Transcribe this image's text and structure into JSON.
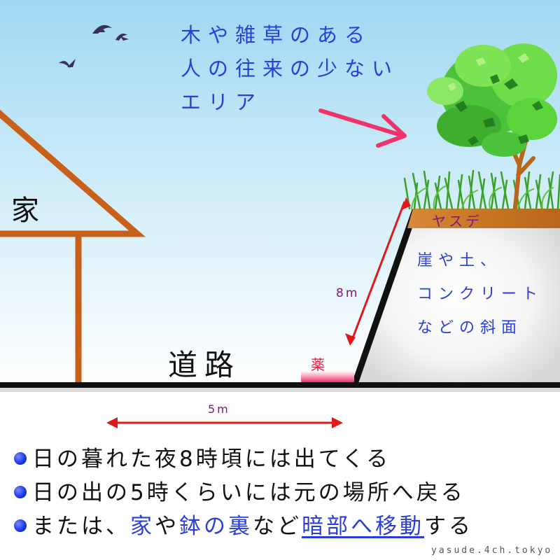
{
  "labels": {
    "area_lines": [
      "木や雑草のある",
      "人の往来の少ない",
      "エリア"
    ],
    "house": "家",
    "road": "道路",
    "yasude": "ヤスデ",
    "slope_lines": [
      "崖や土、",
      "コンクリート",
      "などの斜面"
    ],
    "drug": "薬",
    "height_dim": "8m",
    "width_dim": "5m"
  },
  "bullets": {
    "line1": "日の暮れた夜8時頃には出てくる",
    "line2": "日の出の5時くらいには元の場所へ戻る",
    "line3": {
      "p1": "または、",
      "p2": "家",
      "p3": "や",
      "p4": "鉢の裏",
      "p5": "など",
      "p6": "暗部へ移動",
      "p7": "する"
    }
  },
  "credit": "yasude.4ch.tokyo",
  "colors": {
    "sky_top": "#9fd8f2",
    "accent_blue": "#2a3fd8",
    "arrow_pink": "#f0336a",
    "dimension_red": "#e01818",
    "house_brown": "#c8601a",
    "soil_brown": "#c8741f",
    "grass_green": "#3aa02a",
    "tree_green": "#5ad43a"
  },
  "icons": [
    "bird-icon",
    "tree-icon",
    "grass-icon",
    "bullet-dot-icon"
  ]
}
